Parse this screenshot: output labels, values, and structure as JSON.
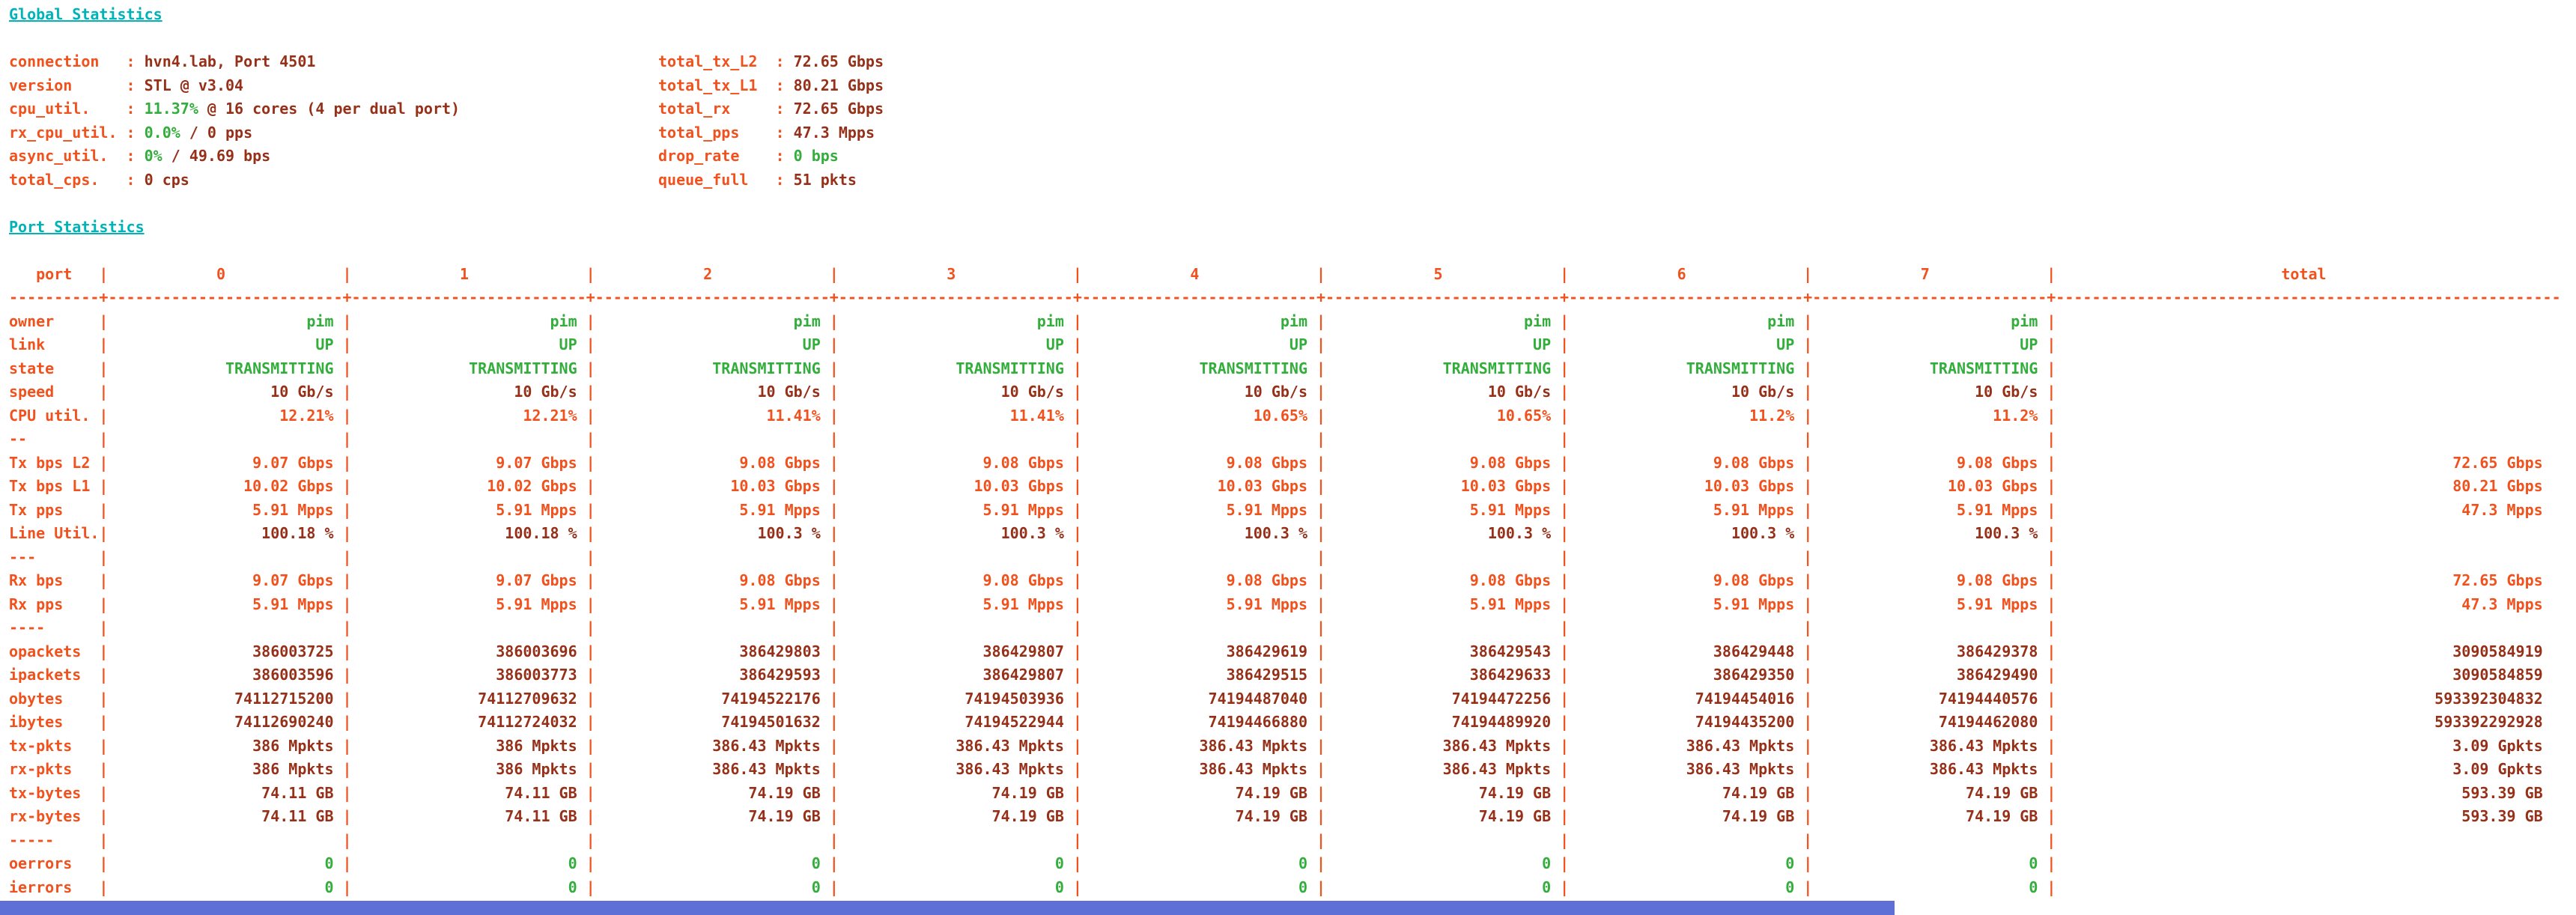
{
  "colors": {
    "accent": "#f1511d",
    "number": "#963018",
    "good": "#33ae3c",
    "section": "#00b3b8",
    "bar": "#5e6fd6",
    "background": "#ffffff"
  },
  "global": {
    "title": "Global Statistics",
    "rows": [
      {
        "left": {
          "label": "connection",
          "segments": [
            {
              "text": "hvn4.lab, Port 4501",
              "color": "number"
            }
          ]
        },
        "right": {
          "label": "total_tx_L2",
          "segments": [
            {
              "text": "72.65 Gbps",
              "color": "number"
            }
          ]
        }
      },
      {
        "left": {
          "label": "version",
          "segments": [
            {
              "text": "STL @ v3.04",
              "color": "number"
            }
          ]
        },
        "right": {
          "label": "total_tx_L1",
          "segments": [
            {
              "text": "80.21 Gbps",
              "color": "number"
            }
          ]
        }
      },
      {
        "left": {
          "label": "cpu_util.",
          "segments": [
            {
              "text": "11.37%",
              "color": "good"
            },
            {
              "text": " @ 16 cores (4 per dual port)",
              "color": "number"
            }
          ]
        },
        "right": {
          "label": "total_rx",
          "segments": [
            {
              "text": "72.65 Gbps",
              "color": "number"
            }
          ]
        }
      },
      {
        "left": {
          "label": "rx_cpu_util.",
          "segments": [
            {
              "text": "0.0%",
              "color": "good"
            },
            {
              "text": " / 0 pps",
              "color": "number"
            }
          ]
        },
        "right": {
          "label": "total_pps",
          "segments": [
            {
              "text": "47.3 Mpps",
              "color": "number"
            }
          ]
        }
      },
      {
        "left": {
          "label": "async_util.",
          "segments": [
            {
              "text": "0%",
              "color": "good"
            },
            {
              "text": " / 49.69 bps",
              "color": "number"
            }
          ]
        },
        "right": {
          "label": "drop_rate",
          "segments": [
            {
              "text": "0 bps",
              "color": "good"
            }
          ]
        }
      },
      {
        "left": {
          "label": "total_cps.",
          "segments": [
            {
              "text": "0 cps",
              "color": "number"
            }
          ]
        },
        "right": {
          "label": "queue_full",
          "segments": [
            {
              "text": "51 pkts",
              "color": "number"
            }
          ]
        }
      }
    ]
  },
  "ports": {
    "title": "Port Statistics",
    "label_header": "port",
    "columns": [
      "0",
      "1",
      "2",
      "3",
      "4",
      "5",
      "6",
      "7",
      "total"
    ],
    "rows": [
      {
        "type": "data",
        "label": "owner",
        "color": "good",
        "values": [
          "pim",
          "pim",
          "pim",
          "pim",
          "pim",
          "pim",
          "pim",
          "pim"
        ],
        "total": ""
      },
      {
        "type": "data",
        "label": "link",
        "color": "good",
        "values": [
          "UP",
          "UP",
          "UP",
          "UP",
          "UP",
          "UP",
          "UP",
          "UP"
        ],
        "total": ""
      },
      {
        "type": "data",
        "label": "state",
        "color": "good",
        "values": [
          "TRANSMITTING",
          "TRANSMITTING",
          "TRANSMITTING",
          "TRANSMITTING",
          "TRANSMITTING",
          "TRANSMITTING",
          "TRANSMITTING",
          "TRANSMITTING"
        ],
        "total": ""
      },
      {
        "type": "data",
        "label": "speed",
        "color": "number",
        "values": [
          "10 Gb/s",
          "10 Gb/s",
          "10 Gb/s",
          "10 Gb/s",
          "10 Gb/s",
          "10 Gb/s",
          "10 Gb/s",
          "10 Gb/s"
        ],
        "total": ""
      },
      {
        "type": "data",
        "label": "CPU util.",
        "color": "accent",
        "values": [
          "12.21%",
          "12.21%",
          "11.41%",
          "11.41%",
          "10.65%",
          "10.65%",
          "11.2%",
          "11.2%"
        ],
        "total": ""
      },
      {
        "type": "separator",
        "label": "--"
      },
      {
        "type": "data",
        "label": "Tx bps L2",
        "color": "accent",
        "values": [
          "9.07 Gbps",
          "9.07 Gbps",
          "9.08 Gbps",
          "9.08 Gbps",
          "9.08 Gbps",
          "9.08 Gbps",
          "9.08 Gbps",
          "9.08 Gbps"
        ],
        "total": "72.65 Gbps"
      },
      {
        "type": "data",
        "label": "Tx bps L1",
        "color": "accent",
        "values": [
          "10.02 Gbps",
          "10.02 Gbps",
          "10.03 Gbps",
          "10.03 Gbps",
          "10.03 Gbps",
          "10.03 Gbps",
          "10.03 Gbps",
          "10.03 Gbps"
        ],
        "total": "80.21 Gbps"
      },
      {
        "type": "data",
        "label": "Tx pps",
        "color": "accent",
        "values": [
          "5.91 Mpps",
          "5.91 Mpps",
          "5.91 Mpps",
          "5.91 Mpps",
          "5.91 Mpps",
          "5.91 Mpps",
          "5.91 Mpps",
          "5.91 Mpps"
        ],
        "total": "47.3 Mpps"
      },
      {
        "type": "data",
        "label": "Line Util.",
        "color": "number",
        "values": [
          "100.18 %",
          "100.18 %",
          "100.3 %",
          "100.3 %",
          "100.3 %",
          "100.3 %",
          "100.3 %",
          "100.3 %"
        ],
        "total": ""
      },
      {
        "type": "separator",
        "label": "---"
      },
      {
        "type": "data",
        "label": "Rx bps",
        "color": "accent",
        "values": [
          "9.07 Gbps",
          "9.07 Gbps",
          "9.08 Gbps",
          "9.08 Gbps",
          "9.08 Gbps",
          "9.08 Gbps",
          "9.08 Gbps",
          "9.08 Gbps"
        ],
        "total": "72.65 Gbps"
      },
      {
        "type": "data",
        "label": "Rx pps",
        "color": "accent",
        "values": [
          "5.91 Mpps",
          "5.91 Mpps",
          "5.91 Mpps",
          "5.91 Mpps",
          "5.91 Mpps",
          "5.91 Mpps",
          "5.91 Mpps",
          "5.91 Mpps"
        ],
        "total": "47.3 Mpps"
      },
      {
        "type": "separator",
        "label": "----"
      },
      {
        "type": "data",
        "label": "opackets",
        "color": "number",
        "values": [
          "386003725",
          "386003696",
          "386429803",
          "386429807",
          "386429619",
          "386429543",
          "386429448",
          "386429378"
        ],
        "total": "3090584919"
      },
      {
        "type": "data",
        "label": "ipackets",
        "color": "number",
        "values": [
          "386003596",
          "386003773",
          "386429593",
          "386429807",
          "386429515",
          "386429633",
          "386429350",
          "386429490"
        ],
        "total": "3090584859"
      },
      {
        "type": "data",
        "label": "obytes",
        "color": "number",
        "values": [
          "74112715200",
          "74112709632",
          "74194522176",
          "74194503936",
          "74194487040",
          "74194472256",
          "74194454016",
          "74194440576"
        ],
        "total": "593392304832"
      },
      {
        "type": "data",
        "label": "ibytes",
        "color": "number",
        "values": [
          "74112690240",
          "74112724032",
          "74194501632",
          "74194522944",
          "74194466880",
          "74194489920",
          "74194435200",
          "74194462080"
        ],
        "total": "593392292928"
      },
      {
        "type": "data",
        "label": "tx-pkts",
        "color": "number",
        "values": [
          "386 Mpkts",
          "386 Mpkts",
          "386.43 Mpkts",
          "386.43 Mpkts",
          "386.43 Mpkts",
          "386.43 Mpkts",
          "386.43 Mpkts",
          "386.43 Mpkts"
        ],
        "total": "3.09 Gpkts"
      },
      {
        "type": "data",
        "label": "rx-pkts",
        "color": "number",
        "values": [
          "386 Mpkts",
          "386 Mpkts",
          "386.43 Mpkts",
          "386.43 Mpkts",
          "386.43 Mpkts",
          "386.43 Mpkts",
          "386.43 Mpkts",
          "386.43 Mpkts"
        ],
        "total": "3.09 Gpkts"
      },
      {
        "type": "data",
        "label": "tx-bytes",
        "color": "number",
        "values": [
          "74.11 GB",
          "74.11 GB",
          "74.19 GB",
          "74.19 GB",
          "74.19 GB",
          "74.19 GB",
          "74.19 GB",
          "74.19 GB"
        ],
        "total": "593.39 GB"
      },
      {
        "type": "data",
        "label": "rx-bytes",
        "color": "number",
        "values": [
          "74.11 GB",
          "74.11 GB",
          "74.19 GB",
          "74.19 GB",
          "74.19 GB",
          "74.19 GB",
          "74.19 GB",
          "74.19 GB"
        ],
        "total": "593.39 GB"
      },
      {
        "type": "separator",
        "label": "-----"
      },
      {
        "type": "data",
        "label": "oerrors",
        "color": "good",
        "values": [
          "0",
          "0",
          "0",
          "0",
          "0",
          "0",
          "0",
          "0"
        ],
        "total": ""
      },
      {
        "type": "data",
        "label": "ierrors",
        "color": "good",
        "values": [
          "0",
          "0",
          "0",
          "0",
          "0",
          "0",
          "0",
          "0"
        ],
        "total": ""
      }
    ]
  }
}
